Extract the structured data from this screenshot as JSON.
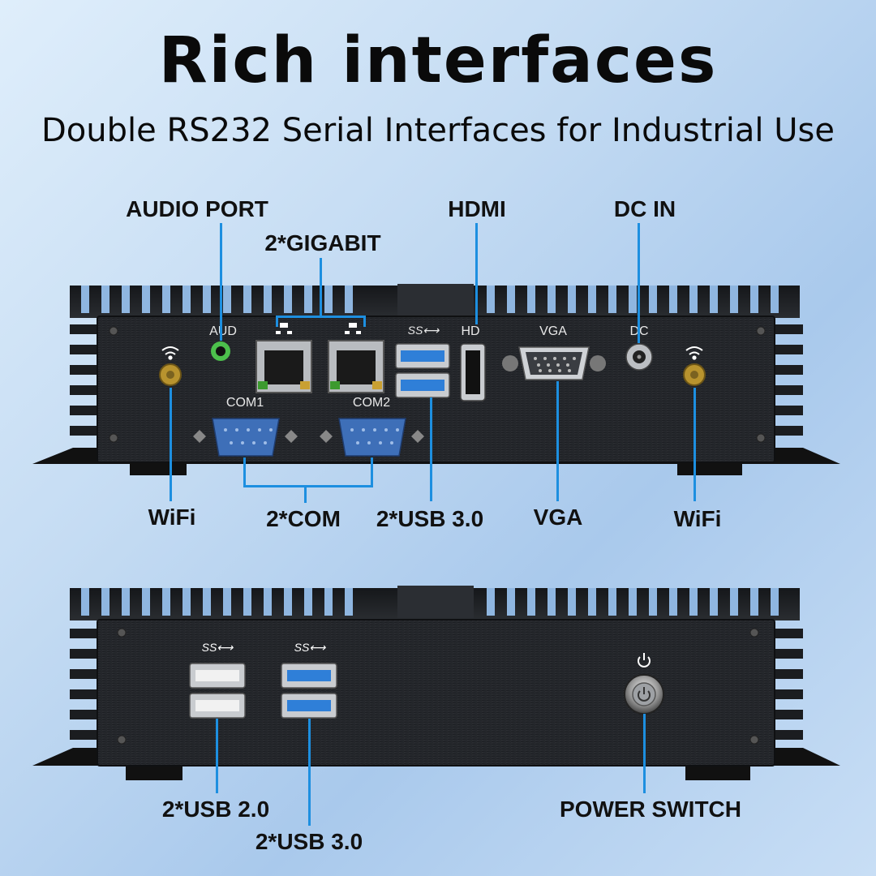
{
  "header": {
    "title": "Rich interfaces",
    "subtitle": "Double RS232 Serial Interfaces for Industrial Use"
  },
  "accent_color": "#1d8fe0",
  "device_top": {
    "callouts": {
      "audio_port": "AUDIO PORT",
      "gigabit": "2*GIGABIT",
      "hdmi": "HDMI",
      "dc_in": "DC IN",
      "wifi_left": "WiFi",
      "com": "2*COM",
      "usb30": "2*USB 3.0",
      "vga": "VGA",
      "wifi_right": "WiFi"
    },
    "port_labels": {
      "aud": "AUD",
      "hd": "HD",
      "vga": "VGA",
      "dc": "DC",
      "com1": "COM1",
      "com2": "COM2",
      "ss_logo": "SS⟷"
    }
  },
  "device_bottom": {
    "callouts": {
      "usb20": "2*USB 2.0",
      "usb30": "2*USB 3.0",
      "power_switch": "POWER SWITCH"
    },
    "port_labels": {
      "ss_logo_1": "SS⟷",
      "ss_logo_2": "SS⟷"
    }
  },
  "icons": [
    "wifi-icon",
    "ethernet-icon",
    "power-icon"
  ]
}
